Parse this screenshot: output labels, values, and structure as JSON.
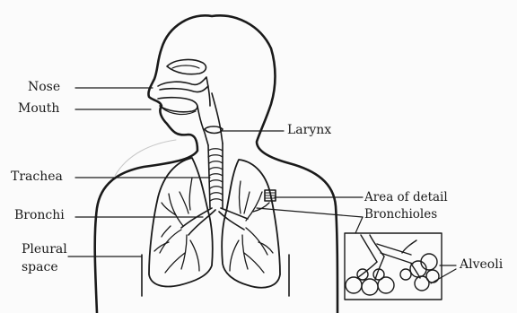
{
  "labels": {
    "nose": "Nose",
    "mouth": "Mouth",
    "larynx": "Larynx",
    "trachea": "Trachea",
    "area_of_detail": "Area of detail",
    "bronchi": "Bronchi",
    "bronchioles": "Bronchioles",
    "pleural_space_line1": "Pleural",
    "pleural_space_line2": "space",
    "alveoli": "Alveoli"
  },
  "colors": {
    "ink": "#1a1a1a",
    "paper": "#fbfbfb"
  }
}
